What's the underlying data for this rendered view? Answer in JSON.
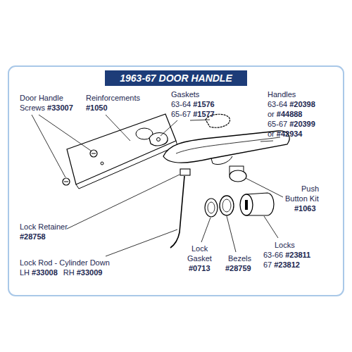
{
  "diagram": {
    "title": "1963-67 DOOR HANDLE",
    "labels": [
      "Door Handle",
      "Screws",
      "#33007",
      "Reinforcements",
      "#1050",
      "Gaskets",
      "63-64",
      "#1576",
      "65-67",
      "#1577",
      "Handles",
      "63-64",
      "#20398",
      "or",
      "#44888",
      "65-67",
      "#20399",
      "or",
      "#42934",
      "Push",
      "Button Kit",
      "#1063",
      "Lock Retainer",
      "#28758",
      "Lock Rod - Cylinder Down",
      "LH",
      "#33008",
      "RH",
      "#33009",
      "Lock",
      "Gasket",
      "#0713",
      "Bezels",
      "#28759",
      "Locks",
      "63-66",
      "#23811",
      "67",
      "#23812"
    ]
  }
}
